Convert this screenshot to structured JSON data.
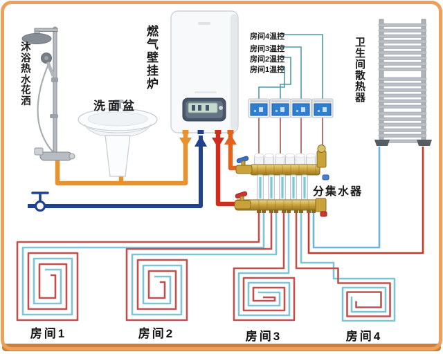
{
  "colors": {
    "border": "#eda05a",
    "border_dark": "#c8803a",
    "pipe_orange": "#e8922f",
    "pipe_blue": "#20418f",
    "pipe_red": "#cf2b1e",
    "pipe_return": "#e06420",
    "loop_red": "#c0504d",
    "loop_teal": "#7fc4d4",
    "wire": "#a85050",
    "wire_teal": "#4d9aa8",
    "brass": "#c9a23a",
    "brass_dark": "#8a6b1e",
    "brass_light": "#ecd68a",
    "thermo_screen": "#2f7fd0",
    "metal": "#b6bcc2",
    "metal_dark": "#81878e"
  },
  "labels": {
    "shower": "沐浴热水花洒",
    "basin": "洗面盆",
    "boiler": "燃气壁挂炉",
    "radiator": "卫生间散热器",
    "manifold": "分集水器"
  },
  "thermostat_labels": [
    {
      "label": "房间4温控"
    },
    {
      "label": "房间3温控"
    },
    {
      "label": "房间2温控"
    },
    {
      "label": "房间1温控"
    }
  ],
  "rooms": [
    {
      "label": "房间1"
    },
    {
      "label": "房间2"
    },
    {
      "label": "房间3"
    },
    {
      "label": "房间4"
    }
  ]
}
